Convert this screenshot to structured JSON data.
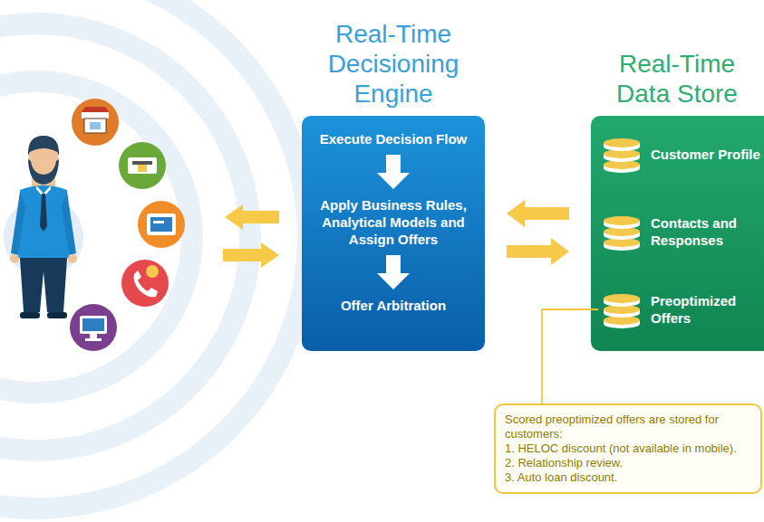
{
  "diagram": {
    "nodes": [
      {
        "text": [
          "Real-Time Decisioning Engine"
        ]
      },
      {
        "text": [
          "Execute Decision Flow"
        ],
        "in": 0
      },
      {
        "text": [
          "Apply Business Rules, Analytical Models and Assign Offers"
        ],
        "in": 0
      },
      {
        "text": [
          "Offer Arbitration"
        ],
        "in": 0
      },
      {
        "text": [
          "Real-Time Data Store"
        ]
      },
      {
        "text": [
          "Customer Profile"
        ],
        "in": 4
      },
      {
        "text": [
          "Contacts and Responses"
        ],
        "in": 4
      },
      {
        "text": [
          "Preoptimized Offers"
        ],
        "in": 4
      },
      {
        "text": [
          "Scored preoptimized offers are stored for customers:",
          "1. HELOC discount (not available in mobile).",
          "2. Relationship review.",
          "3. Auto loan discount."
        ]
      }
    ],
    "edges": [
      {
        "from": 4,
        "to": 0,
        "arrow": "to"
      },
      {
        "from": 0,
        "to": 4,
        "arrow": "to"
      },
      {
        "from": 1,
        "to": 2,
        "arrow": "to"
      },
      {
        "from": 2,
        "to": 3,
        "arrow": "to"
      },
      {
        "from": 7,
        "to": 8,
        "arrow": "none"
      }
    ]
  }
}
